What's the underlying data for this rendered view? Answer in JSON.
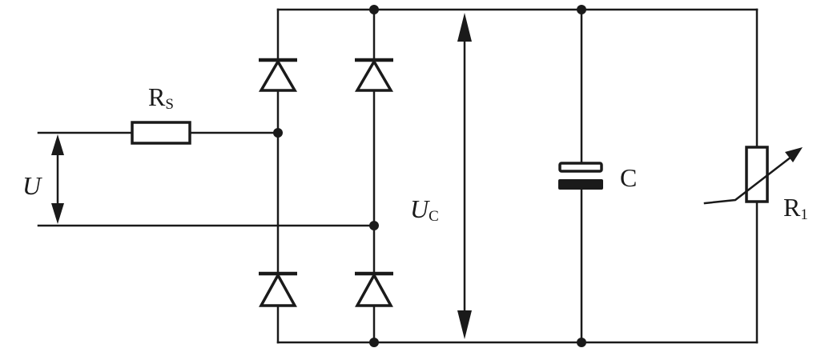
{
  "labels": {
    "source_voltage": "U",
    "series_resistor": {
      "main": "R",
      "sub": "S"
    },
    "capacitor_voltage": {
      "main": "U",
      "sub": "C"
    },
    "capacitor": "C",
    "variable_resistor": {
      "main": "R",
      "sub": "1"
    }
  },
  "colors": {
    "ink": "#1a1a1a",
    "background": "#ffffff"
  }
}
